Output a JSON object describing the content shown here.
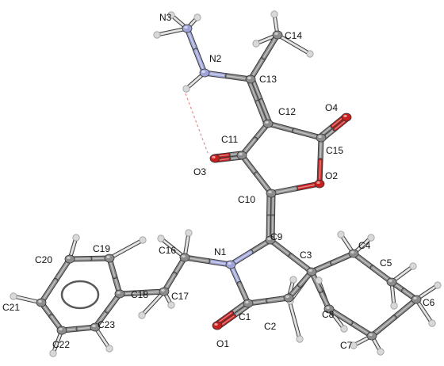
{
  "colors": {
    "carbon": "#8c8c8c",
    "carbon_dark": "#5a5a5a",
    "hydrogen": "#d9d9d9",
    "nitrogen": "#9fa4d8",
    "oxygen": "#c81e1e",
    "hbond": "#e58a8a",
    "label": "#111111"
  },
  "labels": {
    "N3": "N3",
    "N2": "N2",
    "C14": "C14",
    "C13": "C13",
    "C12": "C12",
    "O4": "O4",
    "C11": "C11",
    "C15": "C15",
    "O3": "O3",
    "O2": "O2",
    "C10": "C10",
    "C9": "C9",
    "N1": "N1",
    "C16": "C16",
    "C19": "C19",
    "C20": "C20",
    "C3": "C3",
    "C4": "C4",
    "C5": "C5",
    "C6": "C6",
    "C18": "C18",
    "C17": "C17",
    "C21": "C21",
    "C23": "C23",
    "C22": "C22",
    "C1": "C1",
    "C2": "C2",
    "C8": "C8",
    "C7": "C7",
    "O1": "O1"
  }
}
